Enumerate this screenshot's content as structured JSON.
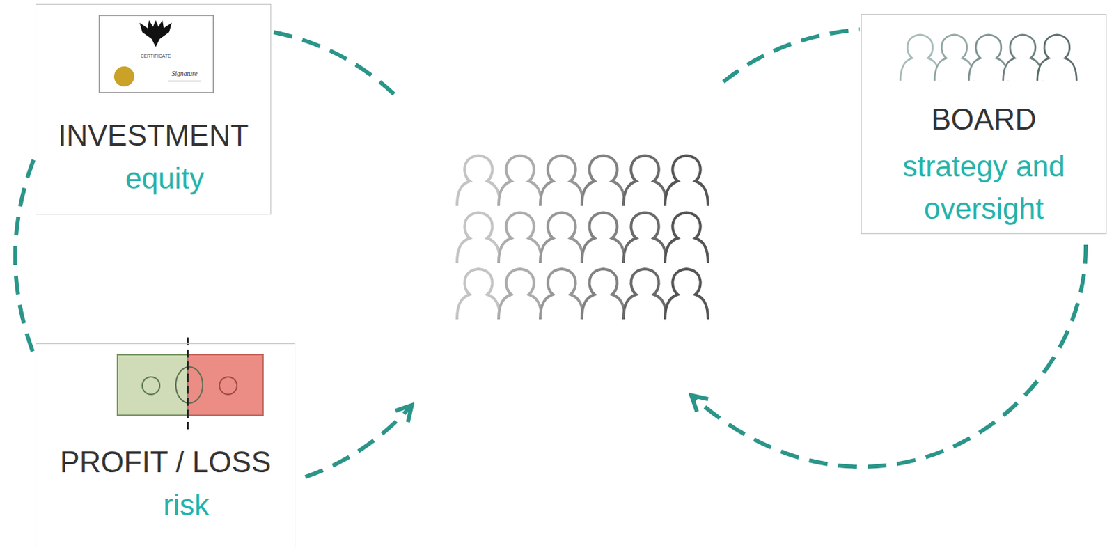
{
  "diagram": {
    "nodes": [
      {
        "text": [
          "INVESTMENT",
          "equity"
        ]
      },
      {
        "text": [
          "BOARD",
          "strategy and oversight"
        ]
      },
      {
        "text": [
          "PROFIT / LOSS",
          "risk"
        ]
      }
    ],
    "edges": [
      {
        "from": 0,
        "to": 2,
        "arrow": "none"
      }
    ],
    "labels": [
      "CERTIFICATE",
      "Signature"
    ]
  }
}
